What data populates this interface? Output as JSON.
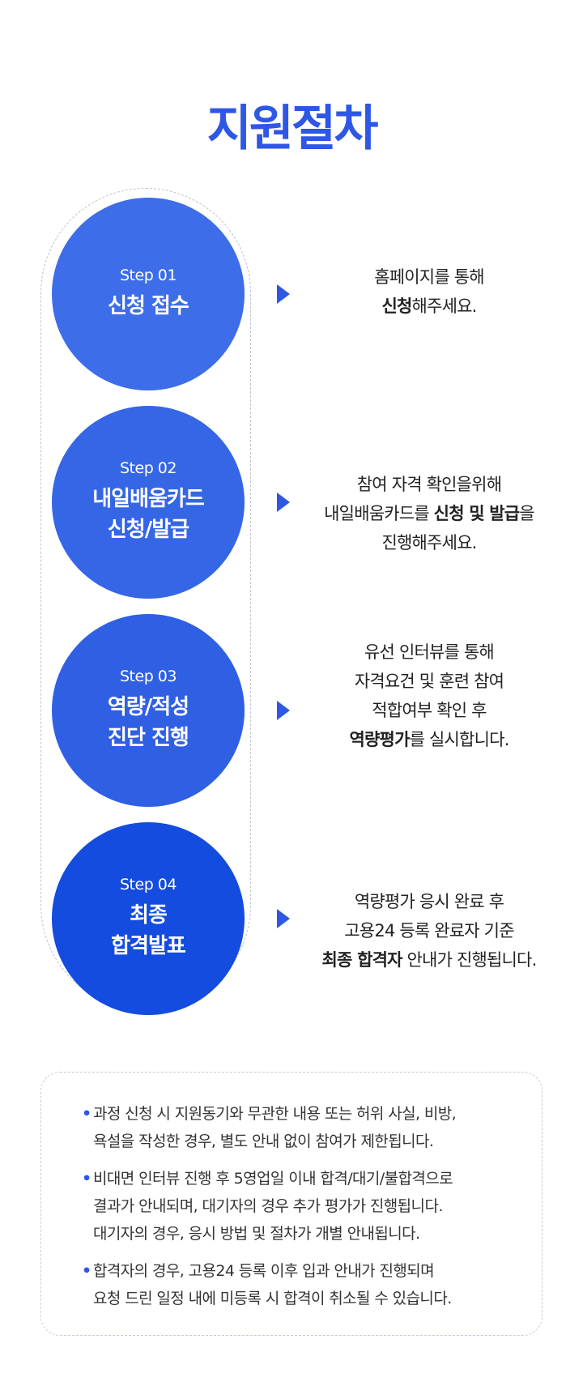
{
  "title": "지원절차",
  "steps": [
    {
      "step_no": "Step 01",
      "title_lines": [
        "신청 접수"
      ],
      "desc_lines": [
        [
          {
            "text": "홈페이지를 통해",
            "bold": false
          }
        ],
        [
          {
            "text": "신청",
            "bold": true
          },
          {
            "text": "해주세요.",
            "bold": false
          }
        ]
      ]
    },
    {
      "step_no": "Step 02",
      "title_lines": [
        "내일배움카드",
        "신청/발급"
      ],
      "desc_lines": [
        [
          {
            "text": "참여 자격 확인을위해",
            "bold": false
          }
        ],
        [
          {
            "text": "내일배움카드를 ",
            "bold": false
          },
          {
            "text": "신청 및 발급",
            "bold": true
          },
          {
            "text": "을",
            "bold": false
          }
        ],
        [
          {
            "text": "진행해주세요.",
            "bold": false
          }
        ]
      ]
    },
    {
      "step_no": "Step 03",
      "title_lines": [
        "역량/적성",
        "진단 진행"
      ],
      "desc_lines": [
        [
          {
            "text": "유선 인터뷰를 통해",
            "bold": false
          }
        ],
        [
          {
            "text": "자격요건 및 훈련 참여",
            "bold": false
          }
        ],
        [
          {
            "text": "적합여부 확인 후",
            "bold": false
          }
        ],
        [
          {
            "text": "역량평가",
            "bold": true
          },
          {
            "text": "를 실시합니다.",
            "bold": false
          }
        ]
      ]
    },
    {
      "step_no": "Step 04",
      "title_lines": [
        "최종",
        "합격발표"
      ],
      "desc_lines": [
        [
          {
            "text": "역량평가 응시 완료 후",
            "bold": false
          }
        ],
        [
          {
            "text": "고용24 등록 완료자 기준",
            "bold": false
          }
        ],
        [
          {
            "text": "최종 합격자",
            "bold": true
          },
          {
            "text": " 안내가 진행됩니다.",
            "bold": false
          }
        ]
      ]
    }
  ],
  "notices": [
    {
      "bullet": "•",
      "lines": [
        "과정 신청 시 지원동기와 무관한 내용 또는 허위 사실, 비방,",
        "욕설을 작성한 경우, 별도 안내 없이 참여가 제한됩니다."
      ]
    },
    {
      "bullet": "•",
      "lines": [
        "비대면 인터뷰 진행 후 5영업일 이내 합격/대기/불합격으로",
        "결과가 안내되며, 대기자의 경우 추가 평가가 진행됩니다.",
        "대기자의 경우, 응시 방법 및 절차가 개별 안내됩니다."
      ]
    },
    {
      "bullet": "•",
      "lines": [
        "합격자의 경우, 고용24 등록 이후 입과 안내가 진행되며",
        "요청 드린 일정 내에 미등록 시 합격이 취소될 수 있습니다."
      ]
    }
  ],
  "colors": {
    "accent": "#2E57E6",
    "step1": "#3D6DE8",
    "step2": "#3566E6",
    "step3": "#2F60E4",
    "step4": "#134CDE"
  },
  "icons": {
    "arrow": "arrow-right-icon",
    "bullet": "bullet-dot-icon"
  }
}
